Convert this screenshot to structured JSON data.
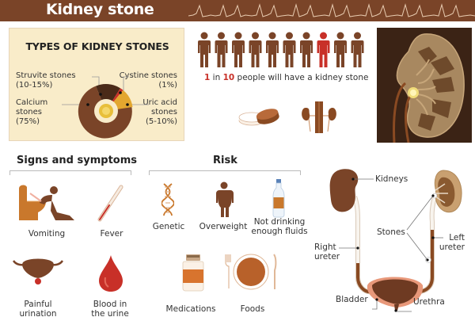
{
  "header": {
    "title": "Kidney stone",
    "background": "#7a4428"
  },
  "types_of_kidney_stones": {
    "title": "TYPES OF KIDNEY STONES",
    "labels": {
      "struvite": [
        "Struvite stones",
        "(10-15%)"
      ],
      "cystine": [
        "Cystine stones",
        "(1%)"
      ],
      "calcium": [
        "Calcium",
        "stones",
        "(75%)"
      ],
      "uric_acid": [
        "Uric acid",
        "stones",
        "(5-10%)"
      ]
    }
  },
  "chart_data": {
    "type": "pie",
    "title": "TYPES OF KIDNEY STONES",
    "categories": [
      "Calcium stones",
      "Struvite stones",
      "Cystine stones",
      "Uric acid stones"
    ],
    "values": [
      75,
      12.5,
      1,
      7.5
    ],
    "value_labels": [
      "75%",
      "10-15%",
      "1%",
      "5-10%"
    ],
    "colors": [
      "#7a4428",
      "#4a2a18",
      "#c83028",
      "#e3a72f"
    ],
    "donut": true
  },
  "statistic": {
    "people_total": 10,
    "highlighted_index": 7,
    "person_color": "#7a4428",
    "highlight_color": "#c83028",
    "num1": "1",
    "text1": " in ",
    "num2": "10",
    "text2": " people will have a kidney stone"
  },
  "signs_and_symptoms": {
    "title": "Signs and symptoms",
    "items": [
      {
        "label": "Vomiting"
      },
      {
        "label": "Fever"
      },
      {
        "label": [
          "Painful",
          "urination"
        ]
      },
      {
        "label": [
          "Blood in",
          "the urine"
        ]
      }
    ]
  },
  "risk": {
    "title": "Risk",
    "items": [
      {
        "label": "Genetic"
      },
      {
        "label": "Overweight"
      },
      {
        "label": [
          "Not drinking",
          "enough fluids"
        ]
      },
      {
        "label": "Medications"
      },
      {
        "label": "Foods"
      }
    ]
  },
  "anatomy": {
    "labels": {
      "kidneys": "Kidneys",
      "stones": "Stones",
      "right_ureter": [
        "Right",
        "ureter"
      ],
      "left_ureter": [
        "Left",
        "ureter"
      ],
      "bladder": "Bladder",
      "urethra": "Urethra"
    }
  }
}
